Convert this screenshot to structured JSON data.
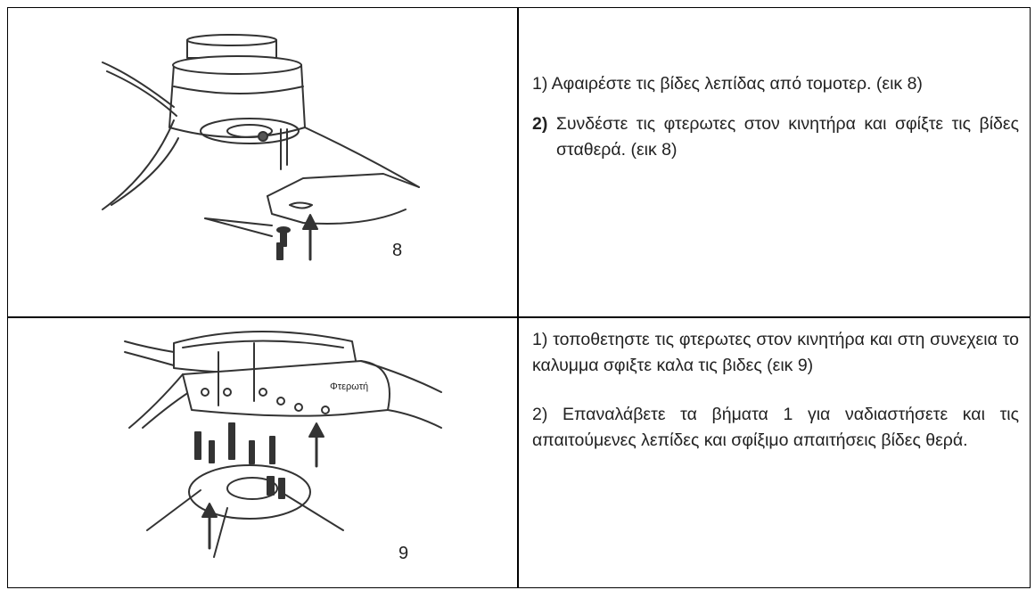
{
  "row1": {
    "figure_number": "8",
    "step1": "1) Αφαιρέστε τις βίδες λεπίδας από τομοτερ. (εικ 8)",
    "step2_num": "2)",
    "step2_text": "Συνδέστε τις φτερωτες στον κινητήρα και σφίξτε τις βίδες σταθερά. (εικ 8)"
  },
  "row2": {
    "figure_number": "9",
    "blade_label": "Φτερωτή",
    "step1": "1) τοποθετηστε τις φτερωτες στον κινητήρα και στη συνεχεια το καλυμμα σφιξτε καλα τις βιδες (εικ 9)",
    "step2": "2) Επαναλάβετε τα βήματα 1 για ναδιαστήσετε και τις απαιτούμενες λεπίδες και σφίξιμο απαιτήσεις βίδες θερά."
  }
}
